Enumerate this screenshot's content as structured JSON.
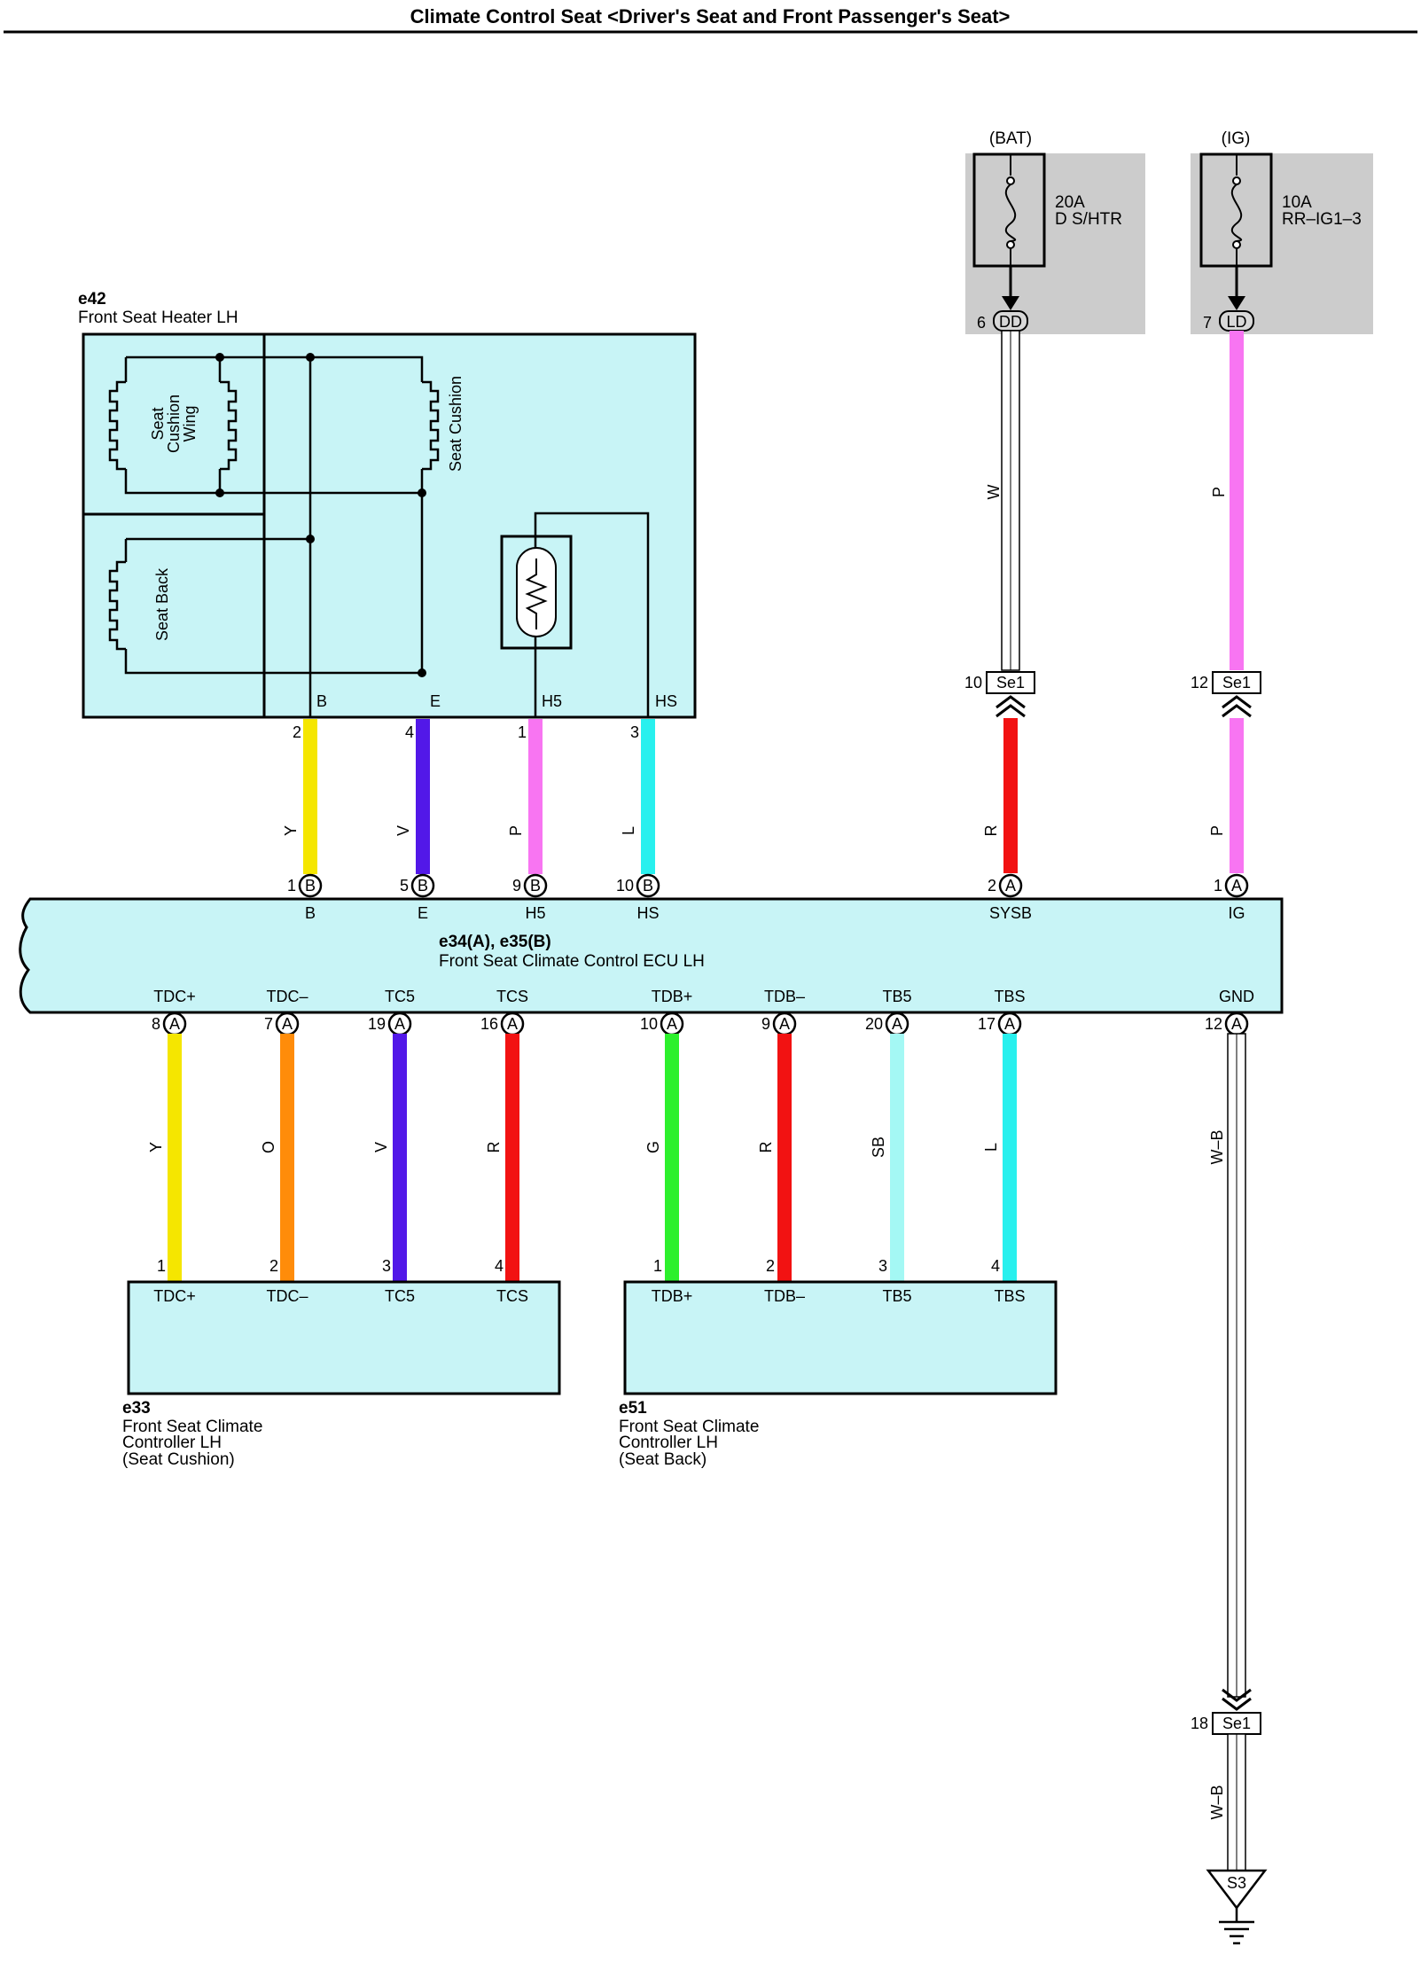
{
  "title": "Climate Control Seat <Driver's Seat and Front Passenger's Seat>",
  "colors": {
    "panel_fill": "#c8f4f6",
    "fuse_box_fill": "#cccccc",
    "wire_Y": "#f5e600",
    "wire_V": "#5218e8",
    "wire_P": "#f875f2",
    "wire_L": "#28f0ee",
    "wire_R": "#f21212",
    "wire_O": "#ff8c0a",
    "wire_G": "#2cf02c",
    "wire_SB": "#a4f8f4",
    "wire_W": "#ffffff",
    "wire_WB": "#ffffff"
  },
  "fuses": [
    {
      "source": "(BAT)",
      "rating": "20A",
      "name": "D S/HTR",
      "pin": "6",
      "connector": "DD",
      "wire": "W"
    },
    {
      "source": "(IG)",
      "rating": "10A",
      "name": "RR–IG1–3",
      "pin": "7",
      "connector": "LD",
      "wire": "P"
    }
  ],
  "junction": {
    "name": "Se1",
    "bat_pin": "10",
    "ig_pin": "12",
    "gnd_pin": "18"
  },
  "heater": {
    "code": "e42",
    "name": "Front Seat Heater LH",
    "elements": {
      "wing": "Seat Cushion Wing",
      "cushion": "Seat Cushion",
      "back": "Seat Back"
    },
    "terminals": [
      {
        "label": "B",
        "pin": "2",
        "wire": "Y"
      },
      {
        "label": "E",
        "pin": "4",
        "wire": "V"
      },
      {
        "label": "H5",
        "pin": "1",
        "wire": "P"
      },
      {
        "label": "HS",
        "pin": "3",
        "wire": "L"
      }
    ]
  },
  "ecu": {
    "code": "e34(A), e35(B)",
    "name": "Front Seat Climate Control ECU LH",
    "top_pins": [
      {
        "label": "B",
        "pin": "1",
        "conn": "B"
      },
      {
        "label": "E",
        "pin": "5",
        "conn": "B"
      },
      {
        "label": "H5",
        "pin": "9",
        "conn": "B"
      },
      {
        "label": "HS",
        "pin": "10",
        "conn": "B"
      },
      {
        "label": "SYSB",
        "pin": "2",
        "conn": "A",
        "wire": "R"
      },
      {
        "label": "IG",
        "pin": "1",
        "conn": "A",
        "wire": "P"
      }
    ],
    "bottom_pins": [
      {
        "label": "TDC+",
        "pin": "8",
        "conn": "A",
        "wire": "Y"
      },
      {
        "label": "TDC–",
        "pin": "7",
        "conn": "A",
        "wire": "O"
      },
      {
        "label": "TC5",
        "pin": "19",
        "conn": "A",
        "wire": "V"
      },
      {
        "label": "TCS",
        "pin": "16",
        "conn": "A",
        "wire": "R"
      },
      {
        "label": "TDB+",
        "pin": "10",
        "conn": "A",
        "wire": "G"
      },
      {
        "label": "TDB–",
        "pin": "9",
        "conn": "A",
        "wire": "R"
      },
      {
        "label": "TB5",
        "pin": "20",
        "conn": "A",
        "wire": "SB"
      },
      {
        "label": "TBS",
        "pin": "17",
        "conn": "A",
        "wire": "L"
      },
      {
        "label": "GND",
        "pin": "12",
        "conn": "A",
        "wire": "W–B"
      }
    ]
  },
  "controllers": [
    {
      "code": "e33",
      "name": "Front Seat Climate",
      "name2": "Controller LH",
      "name3": "(Seat Cushion)",
      "pins": [
        {
          "label": "TDC+",
          "pin": "1"
        },
        {
          "label": "TDC–",
          "pin": "2"
        },
        {
          "label": "TC5",
          "pin": "3"
        },
        {
          "label": "TCS",
          "pin": "4"
        }
      ]
    },
    {
      "code": "e51",
      "name": "Front Seat Climate",
      "name2": "Controller LH",
      "name3": "(Seat Back)",
      "pins": [
        {
          "label": "TDB+",
          "pin": "1"
        },
        {
          "label": "TDB–",
          "pin": "2"
        },
        {
          "label": "TB5",
          "pin": "3"
        },
        {
          "label": "TBS",
          "pin": "4"
        }
      ]
    }
  ],
  "ground": {
    "wire": "W–B",
    "point": "S3"
  }
}
